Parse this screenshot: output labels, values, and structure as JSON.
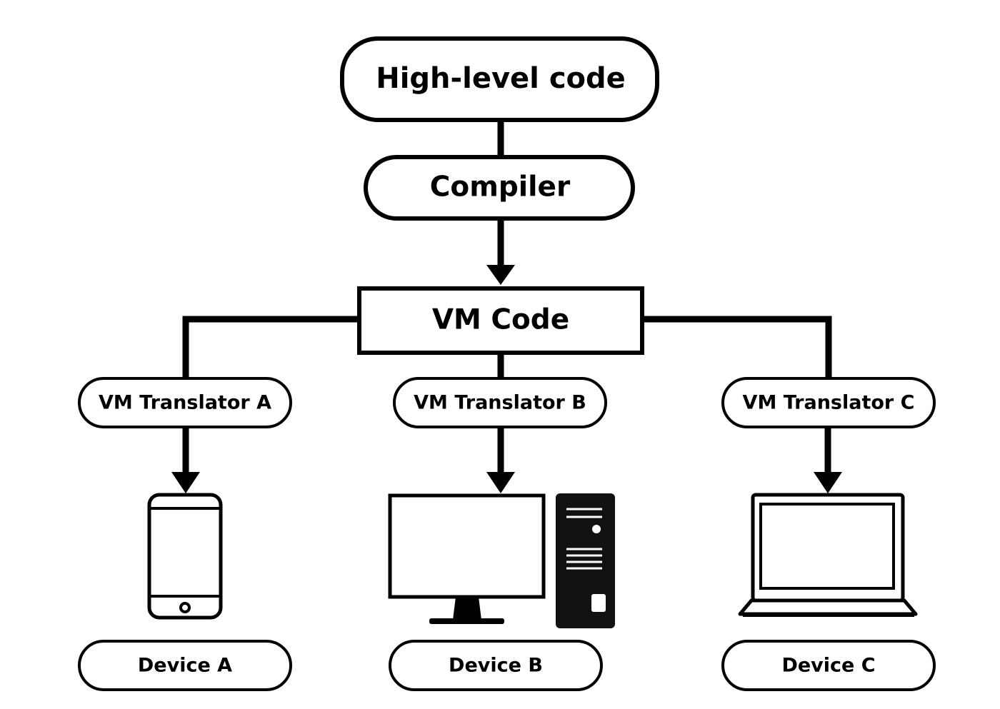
{
  "nodes": {
    "high_level_code": "High-level code",
    "compiler": "Compiler",
    "vm_code": "VM Code",
    "translator_a": "VM Translator A",
    "translator_b": "VM Translator B",
    "translator_c": "VM Translator C",
    "device_a": "Device A",
    "device_b": "Device B",
    "device_c": "Device C"
  },
  "icons": {
    "device_a": "smartphone-icon",
    "device_b": "desktop-computer-icon",
    "device_c": "laptop-icon"
  },
  "colors": {
    "stroke": "#000000",
    "background": "#ffffff"
  }
}
